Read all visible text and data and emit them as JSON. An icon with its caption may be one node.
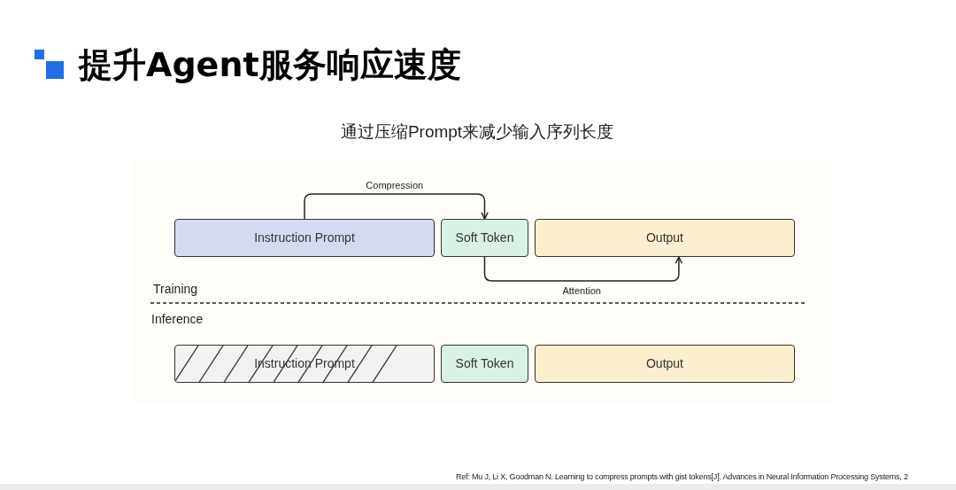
{
  "diagram": {
    "title": "提升Agent服务响应速度",
    "nodes": [
      {
        "text": [
          "Instruction Prompt"
        ]
      },
      {
        "text": [
          "Soft Token"
        ]
      },
      {
        "text": [
          "Output"
        ]
      },
      {
        "text": [
          "Instruction Prompt"
        ]
      },
      {
        "text": [
          "Soft Token"
        ]
      },
      {
        "text": [
          "Output"
        ]
      }
    ],
    "edges": [
      {
        "from": 0,
        "to": 1,
        "arrow": "to",
        "label": "Compression"
      },
      {
        "from": 1,
        "to": 2,
        "arrow": "to",
        "label": "Attention"
      }
    ],
    "labels": [
      "通过压缩Prompt来减少输入序列长度",
      "Training",
      "Inference",
      "Ref: Mu J, Li X, Goodman N. Learning to compress prompts with gist tokens[J]. Advances in Neural Information Processing Systems, 2"
    ]
  }
}
